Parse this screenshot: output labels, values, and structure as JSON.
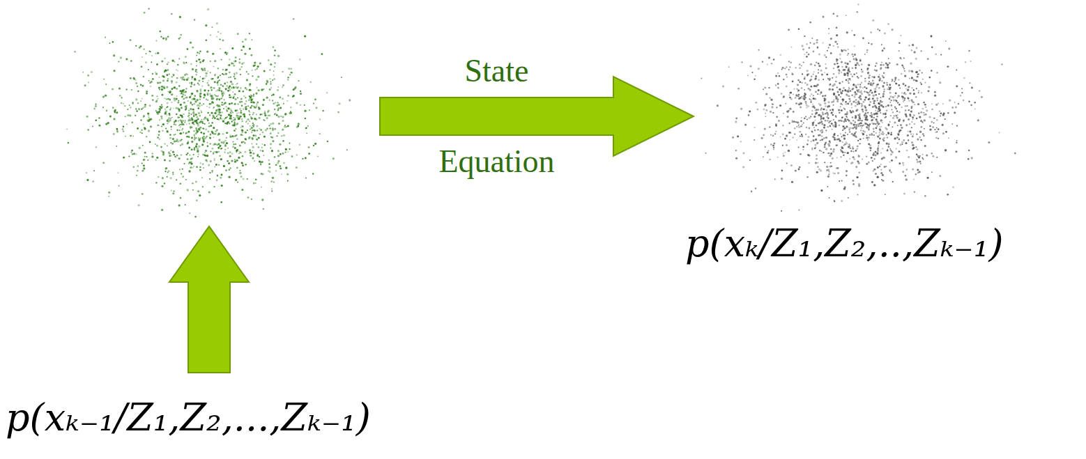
{
  "diagram": {
    "nodes": [
      {
        "text": [
          "p(xₖ₋₁/Z₁,Z₂,...,Zₖ₋₁)"
        ]
      },
      {
        "text": [
          "p(xₖ/Z₁,Z₂,..,Zₖ₋₁)"
        ]
      }
    ],
    "edges": [
      {
        "from": 0,
        "to": 1,
        "arrow": "to",
        "label": "State Equation"
      }
    ]
  }
}
